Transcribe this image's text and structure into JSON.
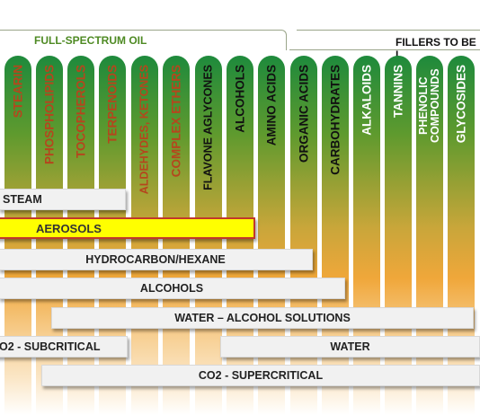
{
  "headers": {
    "full_spectrum": "FULL-SPECTRUM OIL",
    "fillers": "FILLERS TO BE I"
  },
  "colors": {
    "header_green": "#4e8a23",
    "column_top": "#1e8a3c",
    "column_bottom": "#f0a73a",
    "highlight_fill": "#ffff00",
    "highlight_border": "#c0392b"
  },
  "columns": [
    {
      "label": "STEARIN",
      "color": "#b5461d"
    },
    {
      "label": "PHOSPHOLIPIDS",
      "color": "#b5461d"
    },
    {
      "label": "TOCOPHEROLS",
      "color": "#b5461d"
    },
    {
      "label": "TERPENOIDS",
      "color": "#b5461d"
    },
    {
      "label": "ALDEHYDES, KETONES",
      "color": "#b5461d"
    },
    {
      "label": "COMPLEX ETHERS",
      "color": "#b5461d"
    },
    {
      "label": "FLAVONE AGLYCONES",
      "color": "#111111"
    },
    {
      "label": "ALCOHOLS",
      "color": "#111111"
    },
    {
      "label": "AMINO ACIDS",
      "color": "#111111"
    },
    {
      "label": "ORGANIC ACIDS",
      "color": "#111111"
    },
    {
      "label": "CARBOHYDRATES",
      "color": "#111111"
    },
    {
      "label": "ALKALOIDS",
      "color": "#ffffff"
    },
    {
      "label": "TANNINS",
      "color": "#ffffff"
    },
    {
      "label": "PHENOLIC COMPOUNDS",
      "color": "#ffffff"
    },
    {
      "label": "GLYCOSIDES",
      "color": "#ffffff"
    }
  ],
  "bars": [
    {
      "label": "STEAM",
      "highlight": false
    },
    {
      "label": "AEROSOLS",
      "highlight": true
    },
    {
      "label": "HYDROCARBON/HEXANE",
      "highlight": false
    },
    {
      "label": "ALCOHOLS",
      "highlight": false
    },
    {
      "label": "WATER – ALCOHOL SOLUTIONS",
      "highlight": false
    },
    {
      "label": "O2 - SUBCRITICAL",
      "highlight": false
    },
    {
      "label": "WATER",
      "highlight": false
    },
    {
      "label": "CO2 - SUPERCRITICAL",
      "highlight": false
    }
  ]
}
